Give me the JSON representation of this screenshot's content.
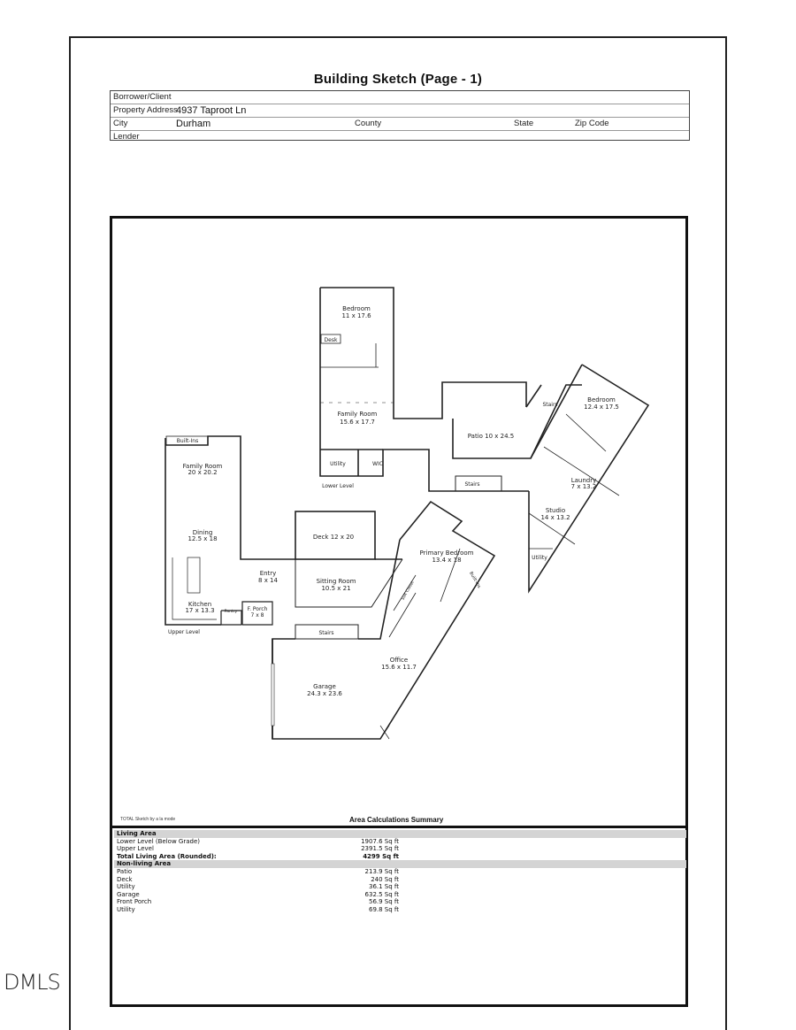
{
  "document": {
    "title": "Building Sketch (Page - 1)",
    "header": {
      "borrower_label": "Borrower/Client",
      "borrower_value": "",
      "address_label": "Property Address",
      "address_value": "4937 Taproot Ln",
      "city_label": "City",
      "city_value": "Durham",
      "county_label": "County",
      "state_label": "State",
      "zip_label": "Zip Code",
      "lender_label": "Lender"
    },
    "sketch": {
      "rooms": {
        "bedroom_lower": [
          "Bedroom",
          "11 x 17.6"
        ],
        "desk": "Desk",
        "family_room_lower": [
          "Family Room",
          "15.6 x 17.7"
        ],
        "utility_lower": "Utility",
        "wic": "WIC",
        "lower_level": "Lower Level",
        "patio": "Patio 10 x 24.5",
        "stairs_patio": "Stairs",
        "stairs_lower": "Stairs",
        "bedroom_right": [
          "Bedroom",
          "12.4 x 17.5"
        ],
        "laundry": [
          "Laundry",
          "7 x 13.2"
        ],
        "studio": [
          "Studio",
          "14 x 13.2"
        ],
        "utility_right": "Utility",
        "built_ins": "Built-Ins",
        "family_room_upper": [
          "Family Room",
          "20 x 20.2"
        ],
        "dining": [
          "Dining",
          "12.5 x 18"
        ],
        "kitchen": [
          "Kitchen",
          "17 x 13.3"
        ],
        "pantry": "Pantry",
        "front_porch": [
          "F. Porch",
          "7 x 8"
        ],
        "upper_level": "Upper Level",
        "entry": [
          "Entry",
          "8 x 14"
        ],
        "deck": "Deck 12 x 20",
        "sitting_room": [
          "Sitting Room",
          "10.5 x 21"
        ],
        "primary_bedroom": [
          "Primary Bedroom",
          "13.4 x 18"
        ],
        "built_ins_primary": "Built-Ins",
        "suit_closet": "Suit Closet",
        "stairs_upper": "Stairs",
        "office": [
          "Office",
          "15.6 x 11.7"
        ],
        "garage": [
          "Garage",
          "24.3 x 23.6"
        ]
      }
    },
    "credit": "TOTAL Sketch by a la mode",
    "summary": {
      "title": "Area Calculations Summary",
      "living_header": "Living Area",
      "living": [
        {
          "name": "Lower Level (Below Grade)",
          "value": "1907.6 Sq ft"
        },
        {
          "name": "Upper Level",
          "value": "2391.5 Sq ft"
        }
      ],
      "total": {
        "name": "Total Living Area (Rounded):",
        "value": "4299 Sq ft"
      },
      "nonliving_header": "Non-living Area",
      "nonliving": [
        {
          "name": "Patio",
          "value": "213.9 Sq ft"
        },
        {
          "name": "Deck",
          "value": "240 Sq ft"
        },
        {
          "name": "Utility",
          "value": "36.1 Sq ft"
        },
        {
          "name": "Garage",
          "value": "632.5 Sq ft"
        },
        {
          "name": "Front Porch",
          "value": "56.9 Sq ft"
        },
        {
          "name": "Utility",
          "value": "69.8 Sq ft"
        }
      ]
    },
    "logo": "DMLS"
  }
}
